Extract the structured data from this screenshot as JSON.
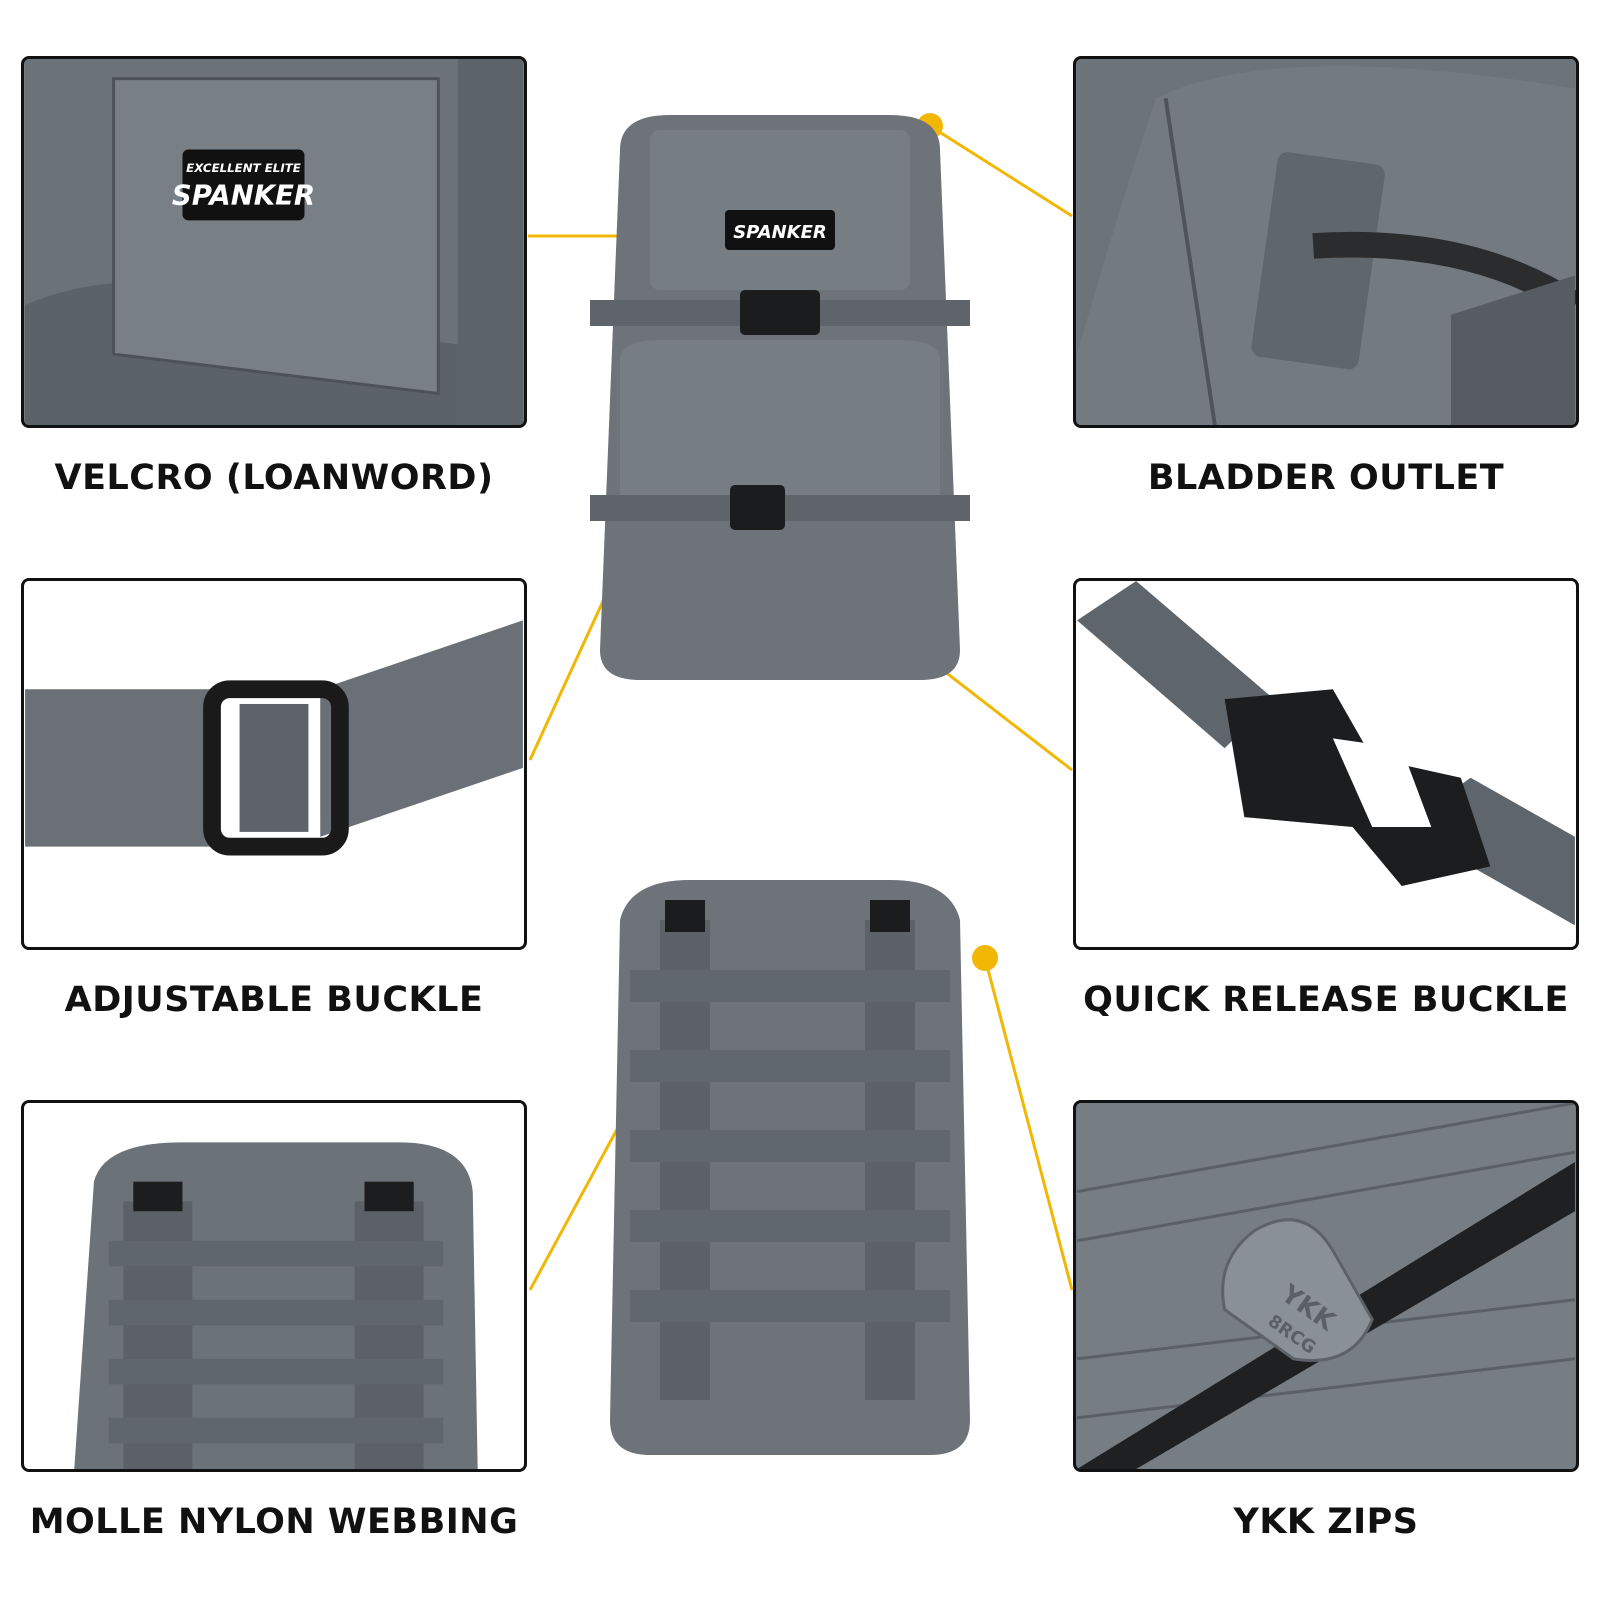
{
  "brand": {
    "line1": "EXCELLENT ELITE",
    "line2": "SPANKER"
  },
  "captions": {
    "velcro": "VELCRO (LOANWORD)",
    "bladder": "BLADDER OUTLET",
    "adjustable": "ADJUSTABLE BUCKLE",
    "quick_release": "QUICK RELEASE BUCKLE",
    "molle": "MOLLE NYLON WEBBING",
    "ykk": "YKK ZIPS"
  },
  "zipper_text": {
    "line1": "YKK",
    "line2": "8RCG"
  },
  "colors": {
    "accent": "#f2b705",
    "fabric": "#6f767c",
    "strap": "#5e6469",
    "outline": "#111111"
  }
}
